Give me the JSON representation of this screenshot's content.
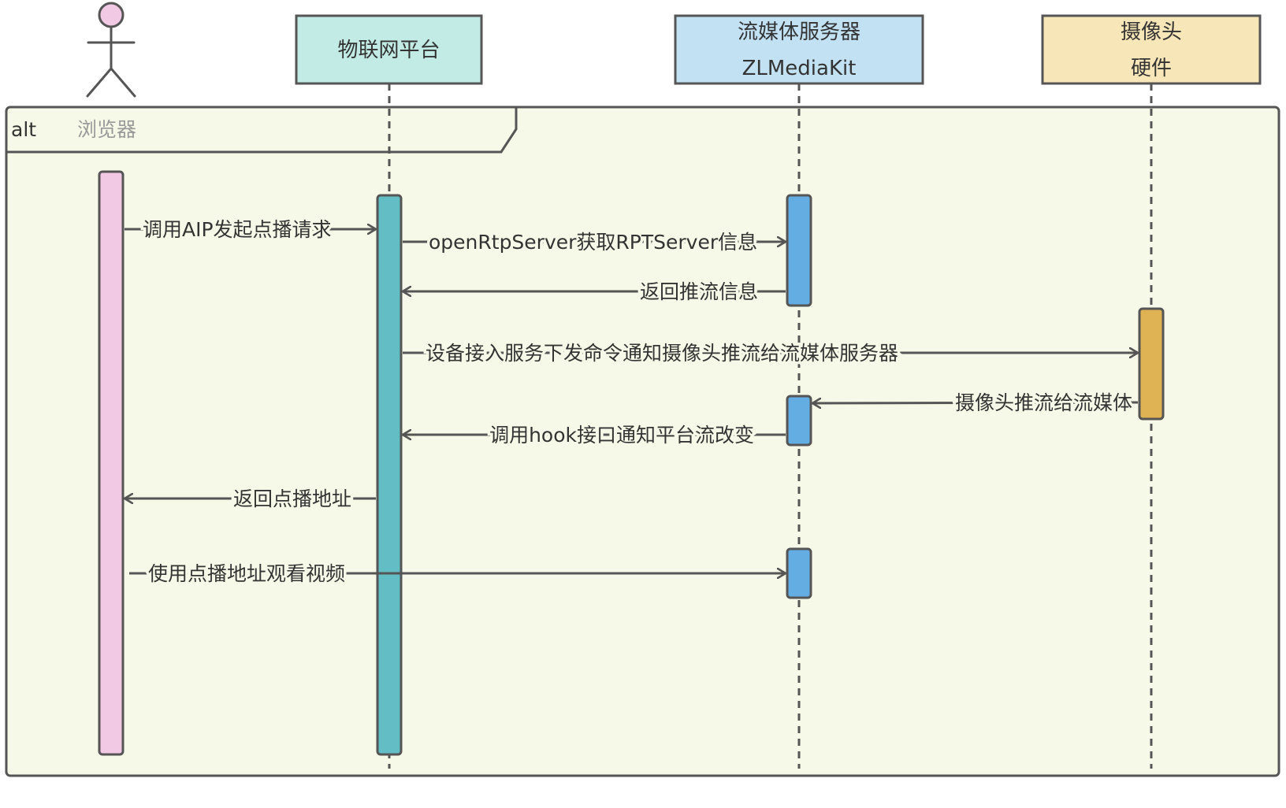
{
  "alt_frame": {
    "keyword": "alt",
    "guard": "浏览器"
  },
  "participants": [
    {
      "id": "browser",
      "type": "actor",
      "label": "",
      "fill": "#f2c9e4"
    },
    {
      "id": "iot",
      "type": "box",
      "lines": [
        "物联网平台"
      ],
      "fill": "#c2ebe5",
      "activation_color": "#62bec4"
    },
    {
      "id": "media",
      "type": "box",
      "lines": [
        "流媒体服务器",
        "ZLMediaKit"
      ],
      "fill": "#c2e2f4",
      "activation_color": "#63ade3"
    },
    {
      "id": "camera",
      "type": "box",
      "lines": [
        "摄像头",
        "硬件"
      ],
      "fill": "#f7e6b7",
      "activation_color": "#dfb254"
    }
  ],
  "messages": [
    {
      "from": "browser",
      "to": "iot",
      "text": "调用AIP发起点播请求"
    },
    {
      "from": "iot",
      "to": "media",
      "text": "openRtpServer获取RPTServer信息"
    },
    {
      "from": "media",
      "to": "iot",
      "text": "返回推流信息"
    },
    {
      "from": "iot",
      "to": "camera",
      "text": "设备接入服务下发命令通知摄像头推流给流媒体服务器"
    },
    {
      "from": "camera",
      "to": "media",
      "text": "摄像头推流给流媒体"
    },
    {
      "from": "media",
      "to": "iot",
      "text": "调用hook接口通知平台流改变"
    },
    {
      "from": "iot",
      "to": "browser",
      "text": "返回点播地址"
    },
    {
      "from": "browser",
      "to": "media",
      "text": "使用点播地址观看视频"
    }
  ],
  "colors": {
    "frame_fill": "#f7f9e8",
    "stroke": "#555555",
    "text": "#333333",
    "guard_text": "#999999"
  }
}
